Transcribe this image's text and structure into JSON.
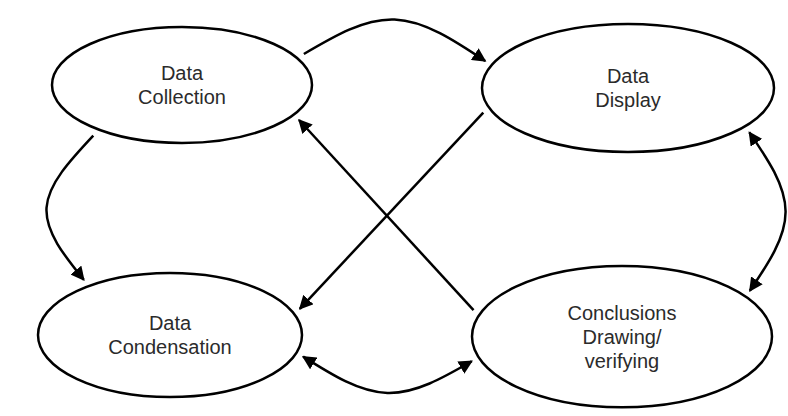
{
  "diagram": {
    "nodes": [
      {
        "text": [
          "Data Collection"
        ]
      },
      {
        "text": [
          "Data Display"
        ]
      },
      {
        "text": [
          "Data Condensation"
        ]
      },
      {
        "text": [
          "Conclusions Drawing/ verifying"
        ]
      }
    ],
    "edges": [
      {
        "from": 0,
        "to": 1,
        "arrow": "to"
      },
      {
        "from": 0,
        "to": 2,
        "arrow": "to"
      },
      {
        "from": 1,
        "to": 3,
        "arrow": "both"
      },
      {
        "from": 2,
        "to": 3,
        "arrow": "both"
      },
      {
        "from": 3,
        "to": 0,
        "arrow": "to"
      },
      {
        "from": 1,
        "to": 2,
        "arrow": "to"
      }
    ]
  }
}
